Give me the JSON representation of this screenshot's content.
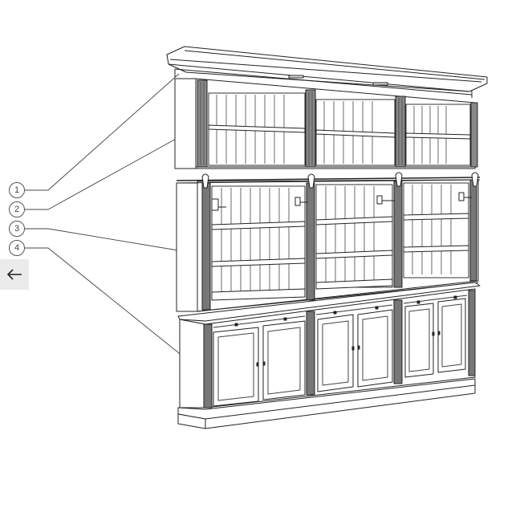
{
  "viewer": {
    "image_alt": "Bookcase exploded view with numbered callouts",
    "callouts": [
      {
        "number": "1",
        "part": "top-crown-section"
      },
      {
        "number": "2",
        "part": "upper-shelf-unit"
      },
      {
        "number": "3",
        "part": "middle-shelf-unit-with-lamps"
      },
      {
        "number": "4",
        "part": "base-cabinet-unit"
      }
    ],
    "back_button": {
      "icon": "arrow-left-icon",
      "label": "←"
    }
  },
  "colors": {
    "line": "#222222",
    "fill": "#ffffff",
    "shade": "#9a9a9a",
    "button_bg": "#ebebeb"
  }
}
